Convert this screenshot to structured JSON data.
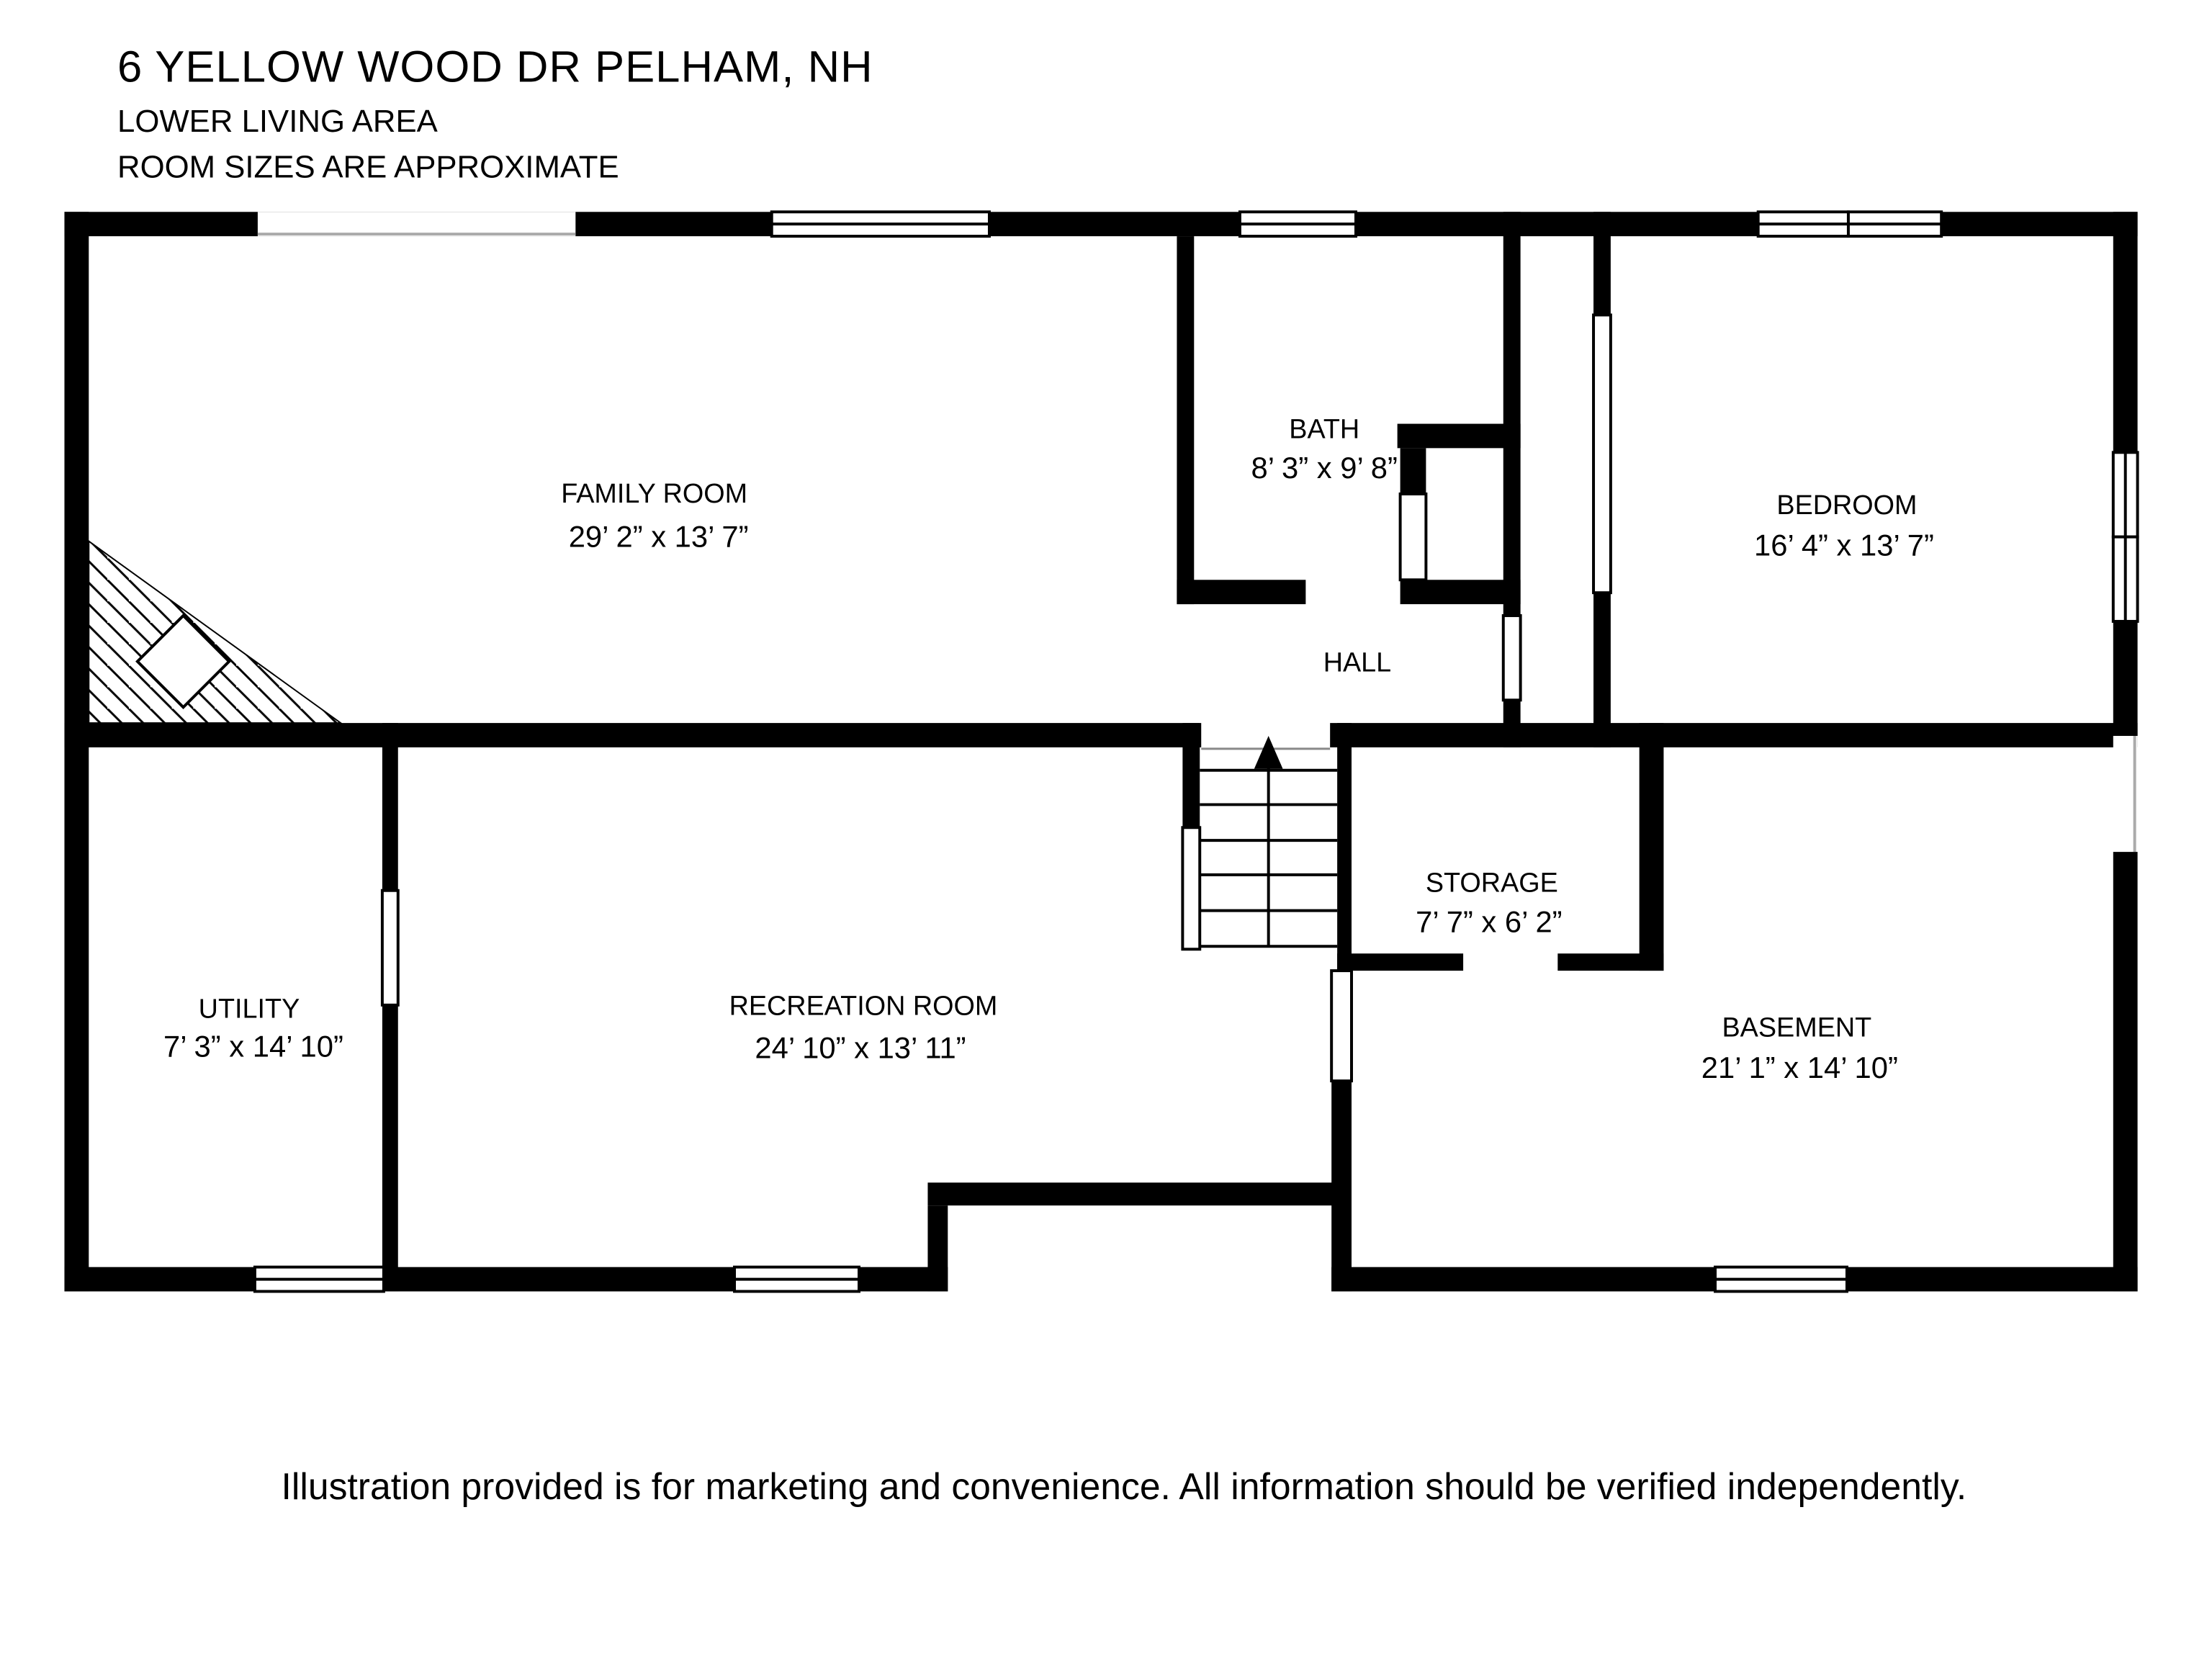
{
  "title": {
    "address": "6 YELLOW WOOD DR PELHAM, NH",
    "area": "LOWER LIVING AREA",
    "note": "ROOM SIZES ARE APPROXIMATE"
  },
  "rooms": [
    {
      "id": "family-room",
      "name": "FAMILY ROOM",
      "dims": "29’ 2” x 13’ 7”"
    },
    {
      "id": "bath",
      "name": "BATH",
      "dims": "8’ 3” x 9’ 8”"
    },
    {
      "id": "bedroom",
      "name": "BEDROOM",
      "dims": "16’ 4” x 13’ 7”"
    },
    {
      "id": "hall",
      "name": "HALL",
      "dims": ""
    },
    {
      "id": "storage",
      "name": "STORAGE",
      "dims": "7’ 7” x 6’ 2”"
    },
    {
      "id": "utility",
      "name": "UTILITY",
      "dims": "7’ 3” x 14’ 10”"
    },
    {
      "id": "recreation-room",
      "name": "RECREATION ROOM",
      "dims": "24’ 10” x 13’ 11”"
    },
    {
      "id": "basement",
      "name": "BASEMENT",
      "dims": "21’ 1” x 14’ 10”"
    }
  ],
  "disclaimer": "Illustration provided is for marketing and convenience. All information should be verified independently.",
  "colors": {
    "wall": "#000000",
    "background": "#ffffff",
    "opening_line": "#aaaaaa"
  },
  "icons": {
    "stairs_direction": "up-arrow"
  }
}
